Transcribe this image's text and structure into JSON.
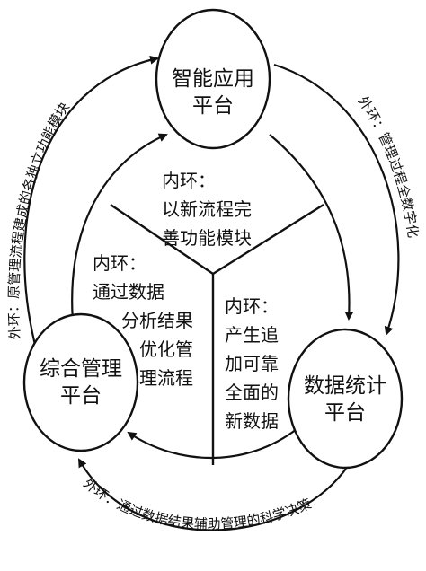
{
  "nodes": {
    "top": {
      "lines": [
        "智能应用",
        "平台"
      ]
    },
    "right": {
      "lines": [
        "数据统计",
        "平台"
      ]
    },
    "left": {
      "lines": [
        "综合管理",
        "平台"
      ]
    }
  },
  "inner_loops": {
    "top": {
      "lines": [
        "内环：",
        "以新流程完",
        "善功能模块"
      ]
    },
    "left": {
      "lines": [
        "内环：",
        "通过数据",
        "分析结果",
        "优化管",
        "理流程"
      ]
    },
    "right": {
      "lines": [
        "内环：",
        "产生追",
        "加可靠",
        "全面的",
        "新数据"
      ]
    }
  },
  "outer_loops": {
    "left": "外环：原管理流程建成的各独立功能模块",
    "right": "外环：管理过程全数字化",
    "bottom": "外环：通过数据结果辅助管理的科学决策"
  }
}
